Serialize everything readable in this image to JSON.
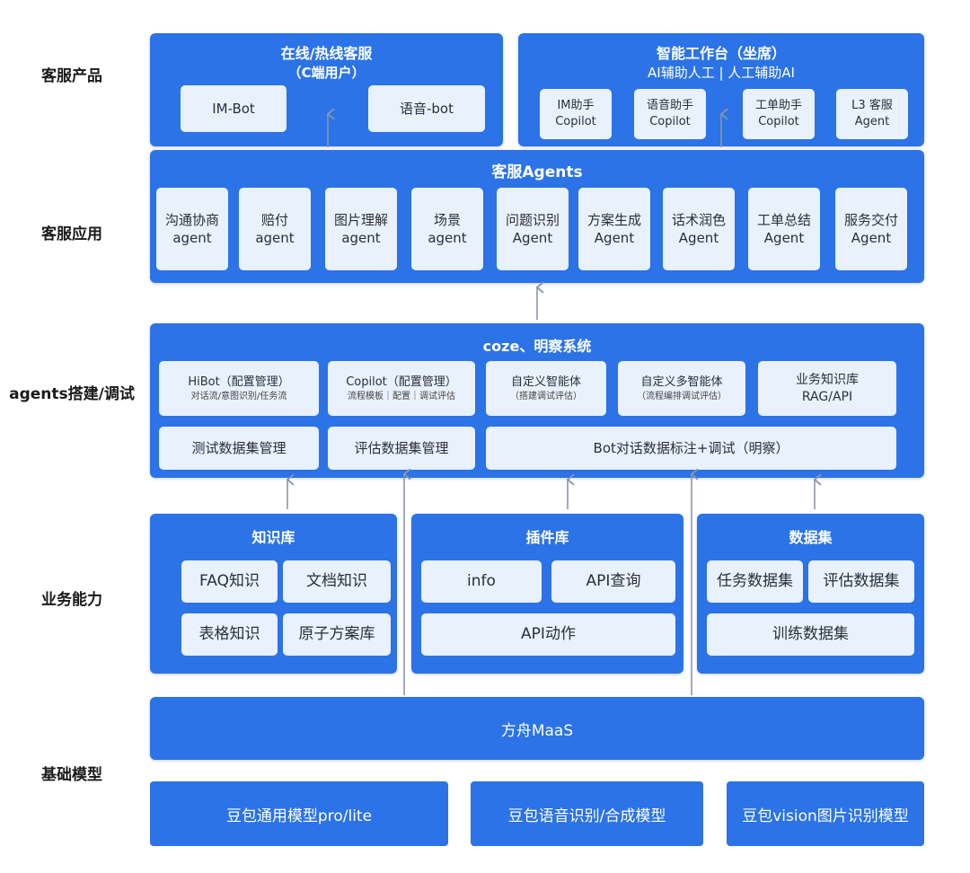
{
  "layers": {
    "product": "客服产品",
    "application": "客服应用",
    "build": "agents搭建/调试",
    "capability": "业务能力",
    "base": "基础模型"
  },
  "product": {
    "online": {
      "title": "在线/热线客服",
      "subtitle": "（C端用户）",
      "cards": [
        "IM-Bot",
        "语音-bot"
      ]
    },
    "workbench": {
      "title": "智能工作台（坐席）",
      "subtitle": "AI辅助人工 | 人工辅助AI",
      "cards": [
        {
          "l1": "IM助手",
          "l2": "Copilot"
        },
        {
          "l1": "语音助手",
          "l2": "Copilot"
        },
        {
          "l1": "工单助手",
          "l2": "Copilot"
        },
        {
          "l1": "L3 客服",
          "l2": "Agent"
        }
      ]
    }
  },
  "agents": {
    "title": "客服Agents",
    "cards": [
      {
        "l1": "沟通协商",
        "l2": "agent"
      },
      {
        "l1": "赔付",
        "l2": "agent"
      },
      {
        "l1": "图片理解",
        "l2": "agent"
      },
      {
        "l1": "场景",
        "l2": "agent"
      },
      {
        "l1": "问题识别",
        "l2": "Agent"
      },
      {
        "l1": "方案生成",
        "l2": "Agent"
      },
      {
        "l1": "话术润色",
        "l2": "Agent"
      },
      {
        "l1": "工单总结",
        "l2": "Agent"
      },
      {
        "l1": "服务交付",
        "l2": "Agent"
      }
    ]
  },
  "coze": {
    "title": "coze、明察系统",
    "row1": [
      {
        "l1": "HiBot（配置管理）",
        "l2": "对话流/意图识别/任务流"
      },
      {
        "l1": "Copilot（配置管理）",
        "l2": "流程模板｜配置｜调试评估"
      },
      {
        "l1": "自定义智能体",
        "l2": "（搭建调试评估）"
      },
      {
        "l1": "自定义多智能体",
        "l2": "（流程编排调试评估）"
      },
      {
        "l1": "业务知识库",
        "l2": "RAG/API"
      }
    ],
    "row2": [
      "测试数据集管理",
      "评估数据集管理",
      "Bot对话数据标注+调试（明察）"
    ]
  },
  "capability": {
    "knowledge": {
      "title": "知识库",
      "cards": [
        "FAQ知识",
        "文档知识",
        "表格知识",
        "原子方案库"
      ]
    },
    "plugins": {
      "title": "插件库",
      "cards": [
        "info",
        "API查询",
        "API动作"
      ]
    },
    "datasets": {
      "title": "数据集",
      "cards": [
        "任务数据集",
        "评估数据集",
        "训练数据集"
      ]
    }
  },
  "maas": {
    "title": "方舟MaaS"
  },
  "models": [
    "豆包通用模型pro/lite",
    "豆包语音识别/合成模型",
    "豆包vision图片识别模型"
  ],
  "colors": {
    "panel": "#2b73e6",
    "card": "#e9f1fd",
    "arrow": "#8a96a8"
  }
}
